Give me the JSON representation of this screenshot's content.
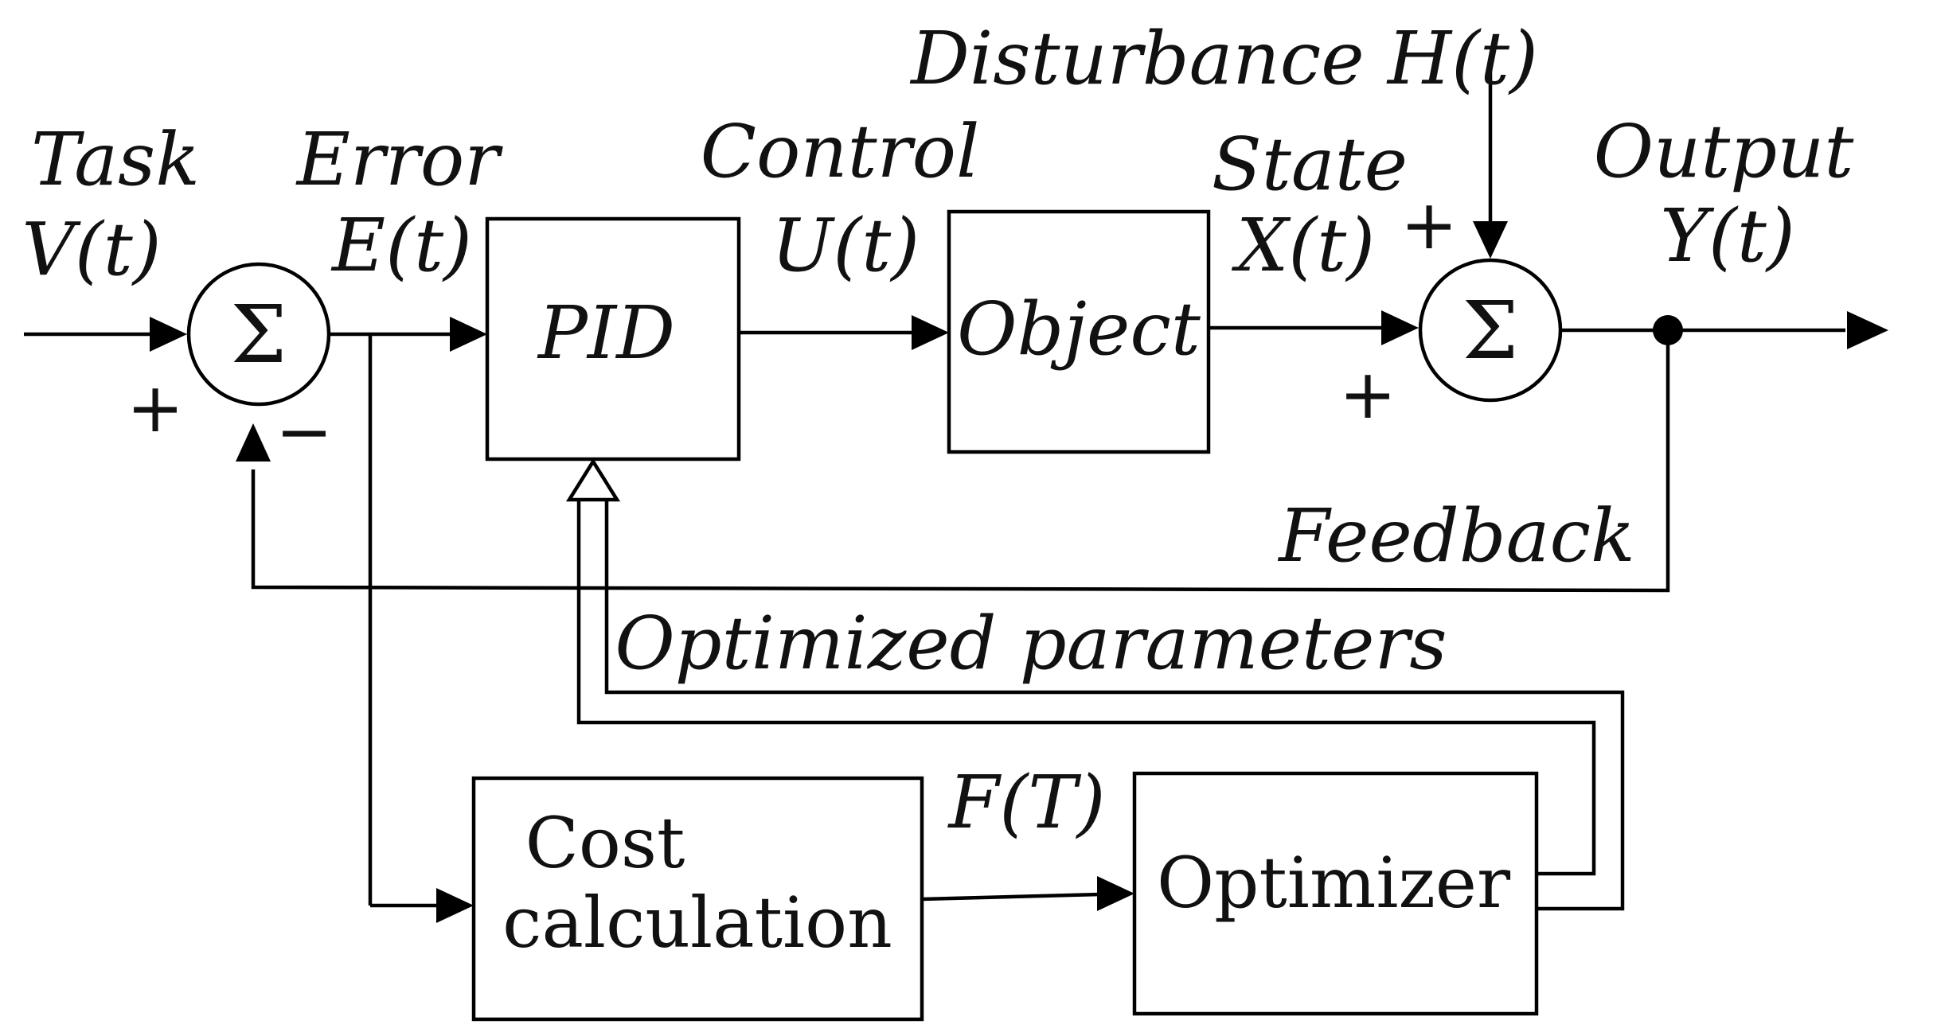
{
  "labels": {
    "task": "Task",
    "task_signal": "V(t)",
    "error": "Error",
    "error_signal": "E(t)",
    "control": "Control",
    "control_signal": "U(t)",
    "state": "State",
    "state_signal": "X(t)",
    "disturbance": "Disturbance H(t)",
    "output": "Output",
    "output_signal": "Y(t)",
    "feedback": "Feedback",
    "optimized_parameters": "Optimized parameters",
    "cost_signal": "F(T)"
  },
  "blocks": {
    "pid": "PID",
    "object": "Object",
    "cost_line1": "Cost",
    "cost_line2": "calculation",
    "optimizer": "Optimizer"
  },
  "summers": {
    "symbol": "Σ",
    "left_plus": "+",
    "left_minus": "−",
    "right_plus_top": "+",
    "right_plus_bottom": "+"
  }
}
